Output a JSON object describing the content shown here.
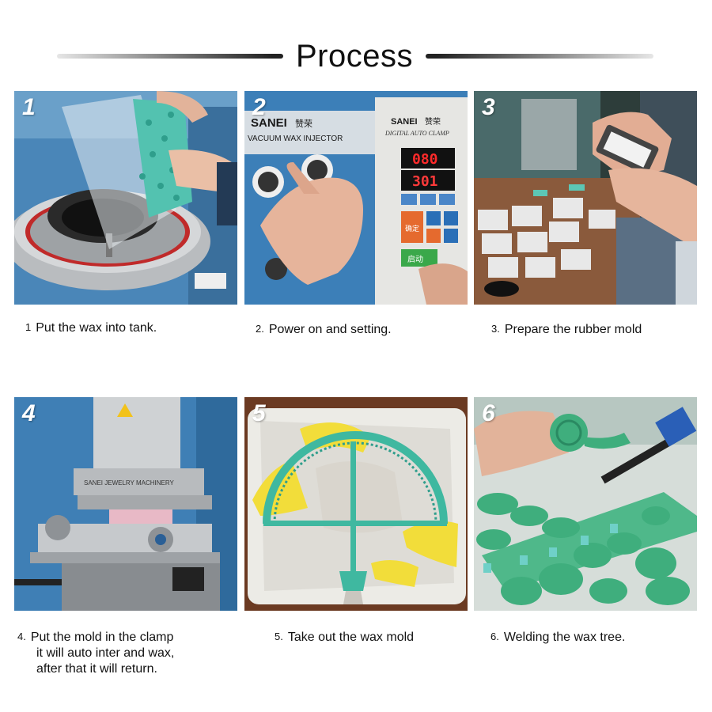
{
  "header": {
    "title": "Process"
  },
  "steps": [
    {
      "number": "1",
      "index": "1",
      "caption": [
        "Put the wax into tank."
      ]
    },
    {
      "number": "2",
      "index": "2.",
      "caption": [
        "Power on and setting."
      ],
      "machine_brand": "SANEI",
      "machine_brand_cn": "赞荣",
      "machine_model": "VACUUM WAX INJECTOR",
      "panel_brand": "SANEI",
      "panel_brand_cn": "赞荣",
      "panel_model": "DIGITAL AUTO CLAMP",
      "display_top": "080",
      "display_bottom": "301",
      "key_confirm": "确定",
      "key_start": "启动"
    },
    {
      "number": "3",
      "index": "3.",
      "caption": [
        "Prepare the rubber mold"
      ]
    },
    {
      "number": "4",
      "index": "4.",
      "caption": [
        "Put the mold in the clamp",
        "it will auto inter and wax,",
        "after that it will return."
      ],
      "machine_plate": "SANEI JEWELRY MACHINERY"
    },
    {
      "number": "5",
      "index": "5.",
      "caption": [
        "Take out the wax mold"
      ]
    },
    {
      "number": "6",
      "index": "6.",
      "caption": [
        "Welding the wax tree."
      ]
    }
  ],
  "colors": {
    "wax_teal": "#3fb8a0",
    "machine_blue": "#3f7fb5",
    "mold_white": "#ecebe6",
    "mold_yellow": "#f2dd3a",
    "wax_green": "#4fb88a"
  }
}
